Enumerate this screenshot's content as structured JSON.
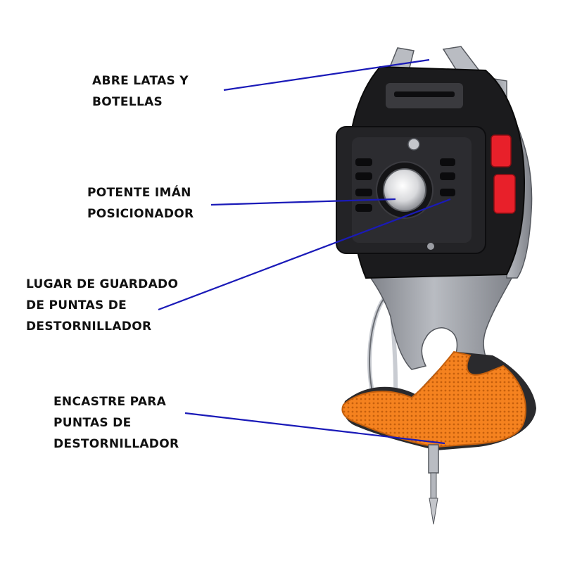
{
  "colors": {
    "leader_line": "#1a1ab8",
    "housing": "#1b1b1d",
    "housing_edge": "#3a3a3e",
    "steel": "#b9bcc2",
    "steel_dark": "#7d8087",
    "orange": "#f5821f",
    "orange_dark": "#c55f0c",
    "red_button": "#e8202a",
    "magnet": "#d8d9dc"
  },
  "labels": [
    {
      "id": "can-opener",
      "lines": [
        "ABRE LATAS Y",
        "BOTELLAS"
      ]
    },
    {
      "id": "magnet",
      "lines": [
        "POTENTE IMÁN",
        "POSICIONADOR"
      ]
    },
    {
      "id": "bit-storage",
      "lines": [
        "LUGAR DE GUARDADO",
        "DE PUNTAS DE",
        "DESTORNILLADOR"
      ]
    },
    {
      "id": "bit-holder",
      "lines": [
        "ENCASTRE PARA",
        "PUNTAS DE",
        "DESTORNILLADOR"
      ]
    }
  ]
}
